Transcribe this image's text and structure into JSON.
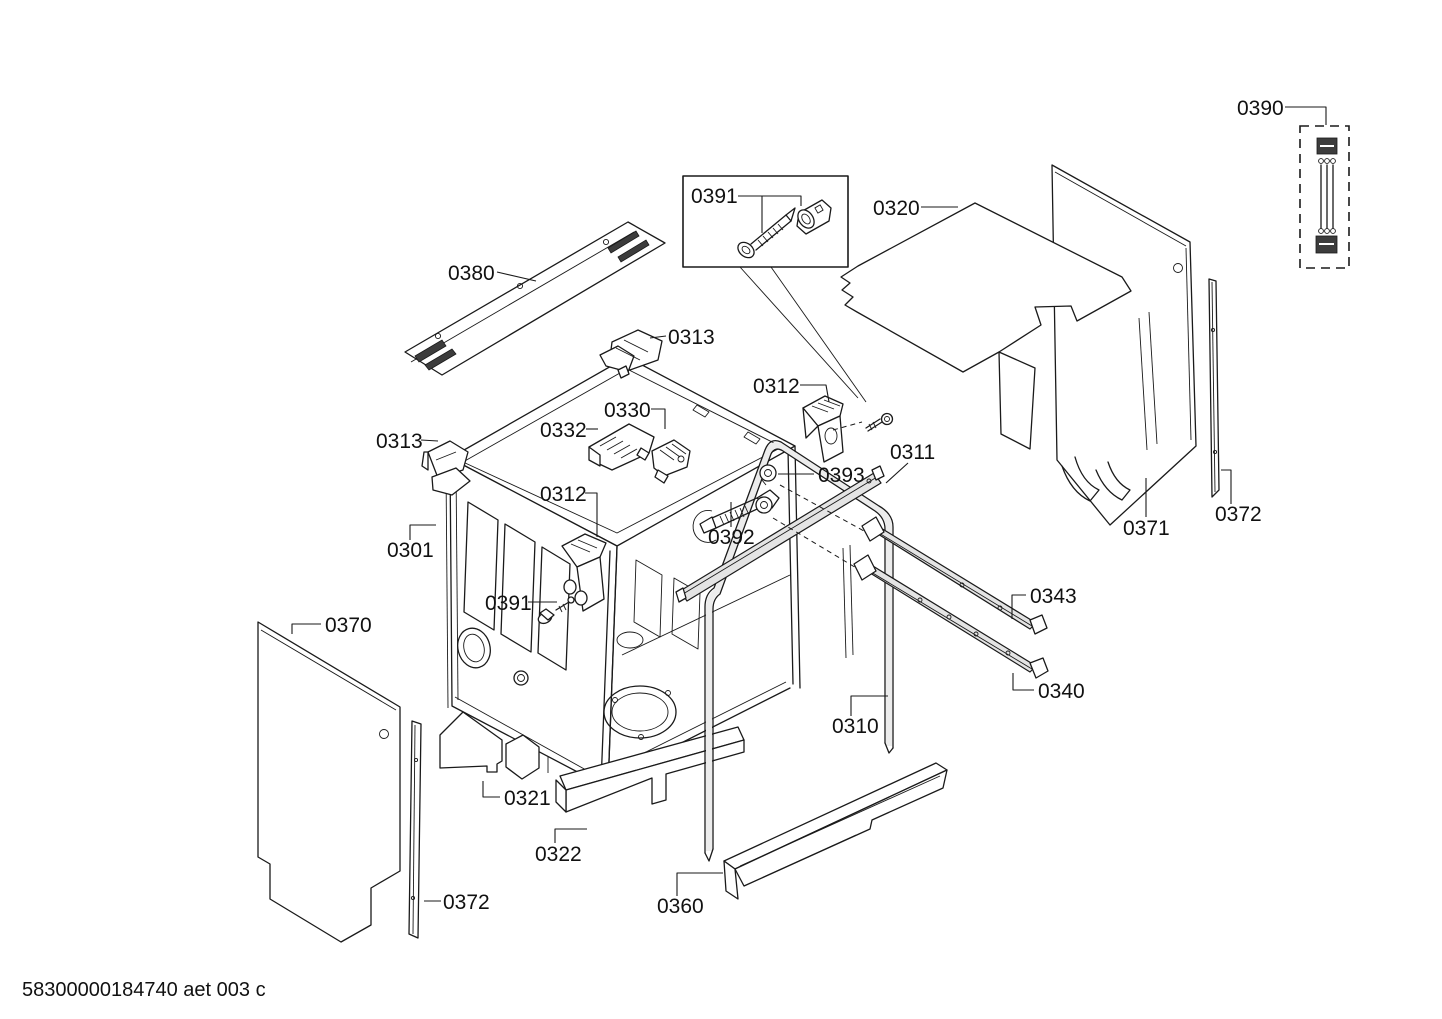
{
  "footer": {
    "code": "58300000184740 aet 003 c"
  },
  "diagram": {
    "kind": "exploded-parts-diagram",
    "callouts": [
      {
        "id": "hose-0390",
        "label": "0390"
      },
      {
        "id": "screw-inset-0391",
        "label": "0391"
      },
      {
        "id": "top-panel-0380",
        "label": "0380"
      },
      {
        "id": "latch-top-0313",
        "label": "0313"
      },
      {
        "id": "insulation-0320",
        "label": "0320"
      },
      {
        "id": "bracket-right-0312",
        "label": "0312"
      },
      {
        "id": "lock-0330",
        "label": "0330"
      },
      {
        "id": "mount-0332",
        "label": "0332"
      },
      {
        "id": "latch-left-0313",
        "label": "0313"
      },
      {
        "id": "strip-0311",
        "label": "0311"
      },
      {
        "id": "nut-0393",
        "label": "0393"
      },
      {
        "id": "bracket-left-0312",
        "label": "0312"
      },
      {
        "id": "tub-0301",
        "label": "0301"
      },
      {
        "id": "rod-0392",
        "label": "0392"
      },
      {
        "id": "side-panel-left-0370",
        "label": "0370"
      },
      {
        "id": "screw-lower-0391",
        "label": "0391"
      },
      {
        "id": "rail-upper-0343",
        "label": "0343"
      },
      {
        "id": "rail-lower-0340",
        "label": "0340"
      },
      {
        "id": "door-seal-0310",
        "label": "0310"
      },
      {
        "id": "side-panel-right-0371",
        "label": "0371"
      },
      {
        "id": "trim-right-0372",
        "label": "0372"
      },
      {
        "id": "base-support-0321",
        "label": "0321"
      },
      {
        "id": "base-0322",
        "label": "0322"
      },
      {
        "id": "trim-left-0372",
        "label": "0372"
      },
      {
        "id": "kick-plate-0360",
        "label": "0360"
      }
    ]
  }
}
